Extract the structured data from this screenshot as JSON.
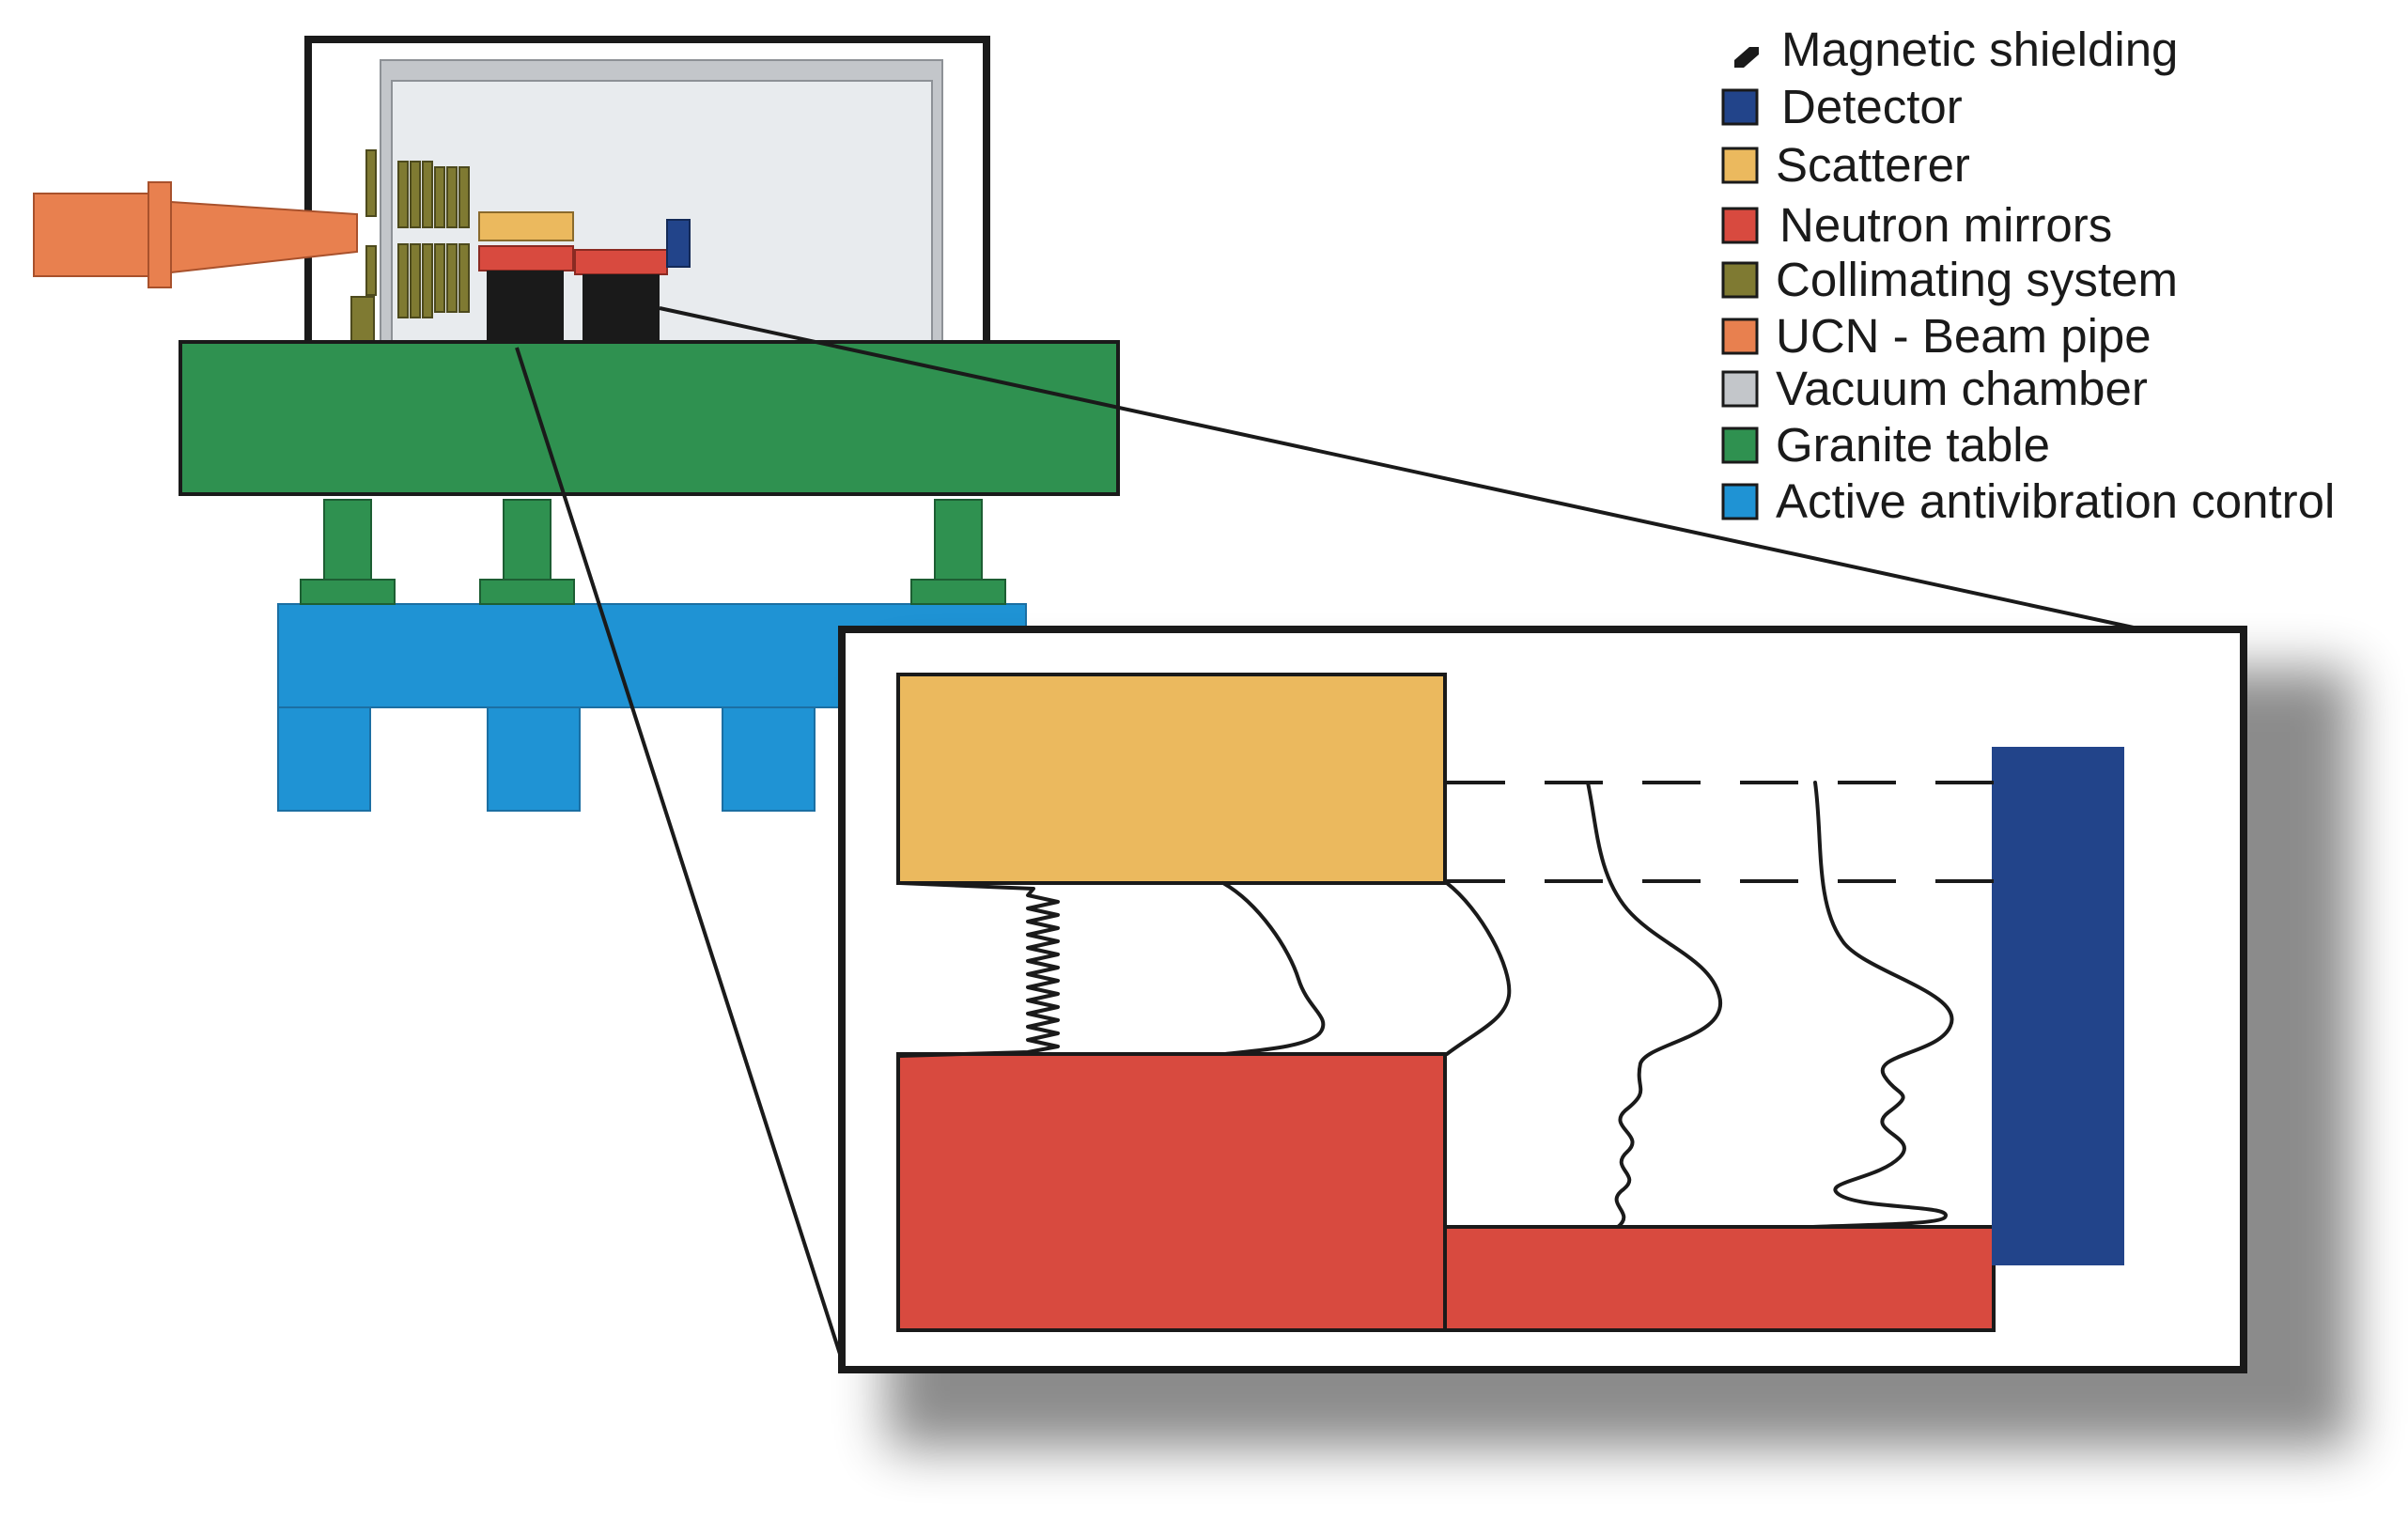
{
  "legend": [
    {
      "label": "Magnetic shielding",
      "icon": "shielding-swatch-icon",
      "color": "#1a1a1a"
    },
    {
      "label": "Detector",
      "icon": "detector-swatch-icon",
      "color": "#22448a"
    },
    {
      "label": "Scatterer",
      "icon": "scatterer-swatch-icon",
      "color": "#ebb95e"
    },
    {
      "label": "Neutron mirrors",
      "icon": "mirror-swatch-icon",
      "color": "#d84a3f"
    },
    {
      "label": "Collimating system",
      "icon": "collimator-swatch-icon",
      "color": "#7f7a32"
    },
    {
      "label": "UCN - Beam pipe",
      "icon": "beam-pipe-swatch-icon",
      "color": "#e8804f"
    },
    {
      "label": "Vacuum chamber",
      "icon": "vacuum-swatch-icon",
      "color": "#c3c6ca"
    },
    {
      "label": "Granite table",
      "icon": "granite-swatch-icon",
      "color": "#2f9150"
    },
    {
      "label": "Active antivibration control",
      "icon": "antivibration-swatch-icon",
      "color": "#1f93d4"
    }
  ],
  "colors": {
    "shielding": "#1a1a1a",
    "detector": "#22448a",
    "scatterer": "#ebb95e",
    "mirror": "#d84a3f",
    "collimator": "#7f7a32",
    "beam_pipe": "#e8804f",
    "vacuum": "#c3c6ca",
    "vacuum_inner": "#e8ebee",
    "granite": "#2f9150",
    "antivibration": "#1f93d4"
  }
}
